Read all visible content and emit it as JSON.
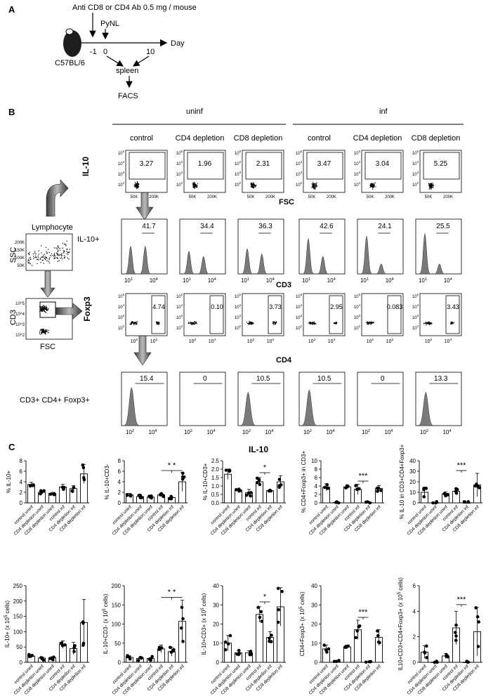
{
  "panel_labels": [
    "A",
    "B",
    "C"
  ],
  "panelA": {
    "antibody_text": "Anti CD8 or CD4 Ab 0.5 mg / mouse",
    "infection_label": "PyNL",
    "day_ticks": [
      "-1",
      "0",
      "10"
    ],
    "axis_label": "Day",
    "mouse_label": "C57BL/6",
    "spleen_label": "spleen",
    "facs_label": "FACS"
  },
  "panelB": {
    "group_headers": [
      "uninf",
      "inf"
    ],
    "conditions": [
      "control",
      "CD4 depletion",
      "CD8 depletion",
      "control",
      "CD4 depletion",
      "CD8 depletion"
    ],
    "lymphocyte_label": "Lymphocyte",
    "ssc_label": "SSC",
    "cd3_side_label": "CD3",
    "fsc_side_label": "FSC",
    "il10_pos_label": "IL-10+",
    "treg_row_label": "CD3+ CD4+ Foxp3+",
    "row1": {
      "ylabel": "IL-10",
      "xlabel": "FSC",
      "values": [
        "3.27",
        "1.96",
        "2.31",
        "3.47",
        "3.04",
        "5.25"
      ],
      "yticks": [
        "10^5",
        "10^4",
        "10^3",
        "10^2"
      ],
      "xticks": [
        "50K",
        "200K"
      ]
    },
    "row2": {
      "xlabel": "CD3",
      "values": [
        "41.7",
        "34.4",
        "36.3",
        "42.6",
        "24.1",
        "25.5"
      ],
      "xticks": [
        "10^1",
        "10^4"
      ]
    },
    "row3": {
      "ylabel": "Foxp3",
      "xlabel": "CD4",
      "values": [
        "4.74",
        "0.10",
        "3.73",
        "2.95",
        "0.083",
        "3.43"
      ],
      "yticks": [
        "10^5",
        "10^4",
        "10^3",
        "10^2"
      ],
      "xticks": [
        "10^2",
        "10^4"
      ]
    },
    "row4": {
      "values": [
        "15.4",
        "0",
        "10.5",
        "10.5",
        "0",
        "13.3"
      ],
      "xticks": [
        "10^2",
        "10^4"
      ]
    },
    "ssc_ticks": [
      "200K",
      "150K",
      "100K",
      "50K"
    ],
    "cd3_ticks": [
      "10^5",
      "10^4",
      "10^3",
      "10^2"
    ]
  },
  "panelC": {
    "title": "IL-10",
    "sig_labels": [
      "* *",
      "*",
      "***",
      "***",
      "* *",
      "*",
      "***",
      "***"
    ],
    "chart_data": [
      {
        "type": "bar",
        "ylabel": "% IL-10+",
        "ylim": [
          0,
          8
        ],
        "yticks": [
          "0",
          "2",
          "4",
          "6",
          "8"
        ],
        "categories": [
          "control uninf",
          "CD4 depletion uninf",
          "CD8 depletion uninf",
          "control inf",
          "CD4 depletion inf",
          "CD8 depletion inf"
        ],
        "values": [
          3.5,
          2.0,
          1.8,
          3.0,
          2.7,
          5.5
        ],
        "errors": [
          0.4,
          0.3,
          0.2,
          0.5,
          0.6,
          1.8
        ]
      },
      {
        "type": "bar",
        "ylabel": "% IL-10+CD3-",
        "ylim": [
          0,
          8
        ],
        "yticks": [
          "0",
          "2",
          "4",
          "6",
          "8"
        ],
        "categories": [
          "control uninf",
          "CD4 depletion uninf",
          "CD8 depletion uninf",
          "control inf",
          "CD4 depletion inf",
          "CD8 depletion inf"
        ],
        "values": [
          1.5,
          1.2,
          1.1,
          1.5,
          1.0,
          4.0
        ],
        "errors": [
          0.3,
          0.1,
          0.1,
          0.3,
          0.1,
          1.8
        ],
        "significance": "* *"
      },
      {
        "type": "bar",
        "ylabel": "% IL-10+CD3+",
        "ylim": [
          0,
          2.5
        ],
        "yticks": [
          "0.0",
          "0.5",
          "1.0",
          "1.5",
          "2.0",
          "2.5"
        ],
        "categories": [
          "control uninf",
          "CD4 depletion uninf",
          "CD8 depletion uninf",
          "control inf",
          "CD4 depletion inf",
          "CD8 depletion inf"
        ],
        "values": [
          1.7,
          0.75,
          0.6,
          1.25,
          0.72,
          1.25
        ],
        "errors": [
          0.3,
          0.05,
          0.2,
          0.25,
          0.05,
          0.35
        ],
        "significance": "*"
      },
      {
        "type": "bar",
        "ylabel": "% CD4+Foxp3+ in CD3+",
        "ylim": [
          0,
          10
        ],
        "yticks": [
          "0",
          "2",
          "4",
          "6",
          "8",
          "10"
        ],
        "categories": [
          "control uninf",
          "CD4 depletion uninf",
          "CD8 depletion uninf",
          "control inf",
          "CD4 depletion inf",
          "CD8 depletion inf"
        ],
        "values": [
          3.7,
          0.1,
          3.8,
          3.2,
          0.1,
          3.4
        ],
        "errors": [
          0.8,
          0.05,
          0.2,
          1.2,
          0.05,
          0.7
        ],
        "significance": "***"
      },
      {
        "type": "bar",
        "ylabel": "% IL-10 in CD3+CD4+Foxp3+",
        "ylim": [
          0,
          40
        ],
        "yticks": [
          "0",
          "10",
          "20",
          "30",
          "40"
        ],
        "categories": [
          "control uninf",
          "CD4 depletion uninf",
          "CD8 depletion uninf",
          "control inf",
          "CD4 depletion inf",
          "CD8 depletion inf"
        ],
        "values": [
          10,
          0,
          8.5,
          11,
          0,
          17
        ],
        "errors": [
          5,
          0,
          2,
          3,
          0,
          11
        ],
        "significance": "***"
      },
      {
        "type": "bar",
        "ylabel": "IL-10+ (x 10^5 cells)",
        "ylim": [
          0,
          250
        ],
        "yticks": [
          "0",
          "50",
          "100",
          "150",
          "200",
          "250"
        ],
        "categories": [
          "control uninf",
          "CD4 depletion uninf",
          "CD8 depletion uninf",
          "control inf",
          "CD4 depletion inf",
          "CD8 depletion inf"
        ],
        "values": [
          20,
          14,
          15,
          58,
          45,
          130
        ],
        "errors": [
          6,
          3,
          3,
          12,
          20,
          75
        ]
      },
      {
        "type": "bar",
        "ylabel": "IL-10+CD3- (x 10^5 cells)",
        "ylim": [
          0,
          200
        ],
        "yticks": [
          "0",
          "50",
          "100",
          "150",
          "200"
        ],
        "categories": [
          "control uninf",
          "CD4 depletion uninf",
          "CD8 depletion uninf",
          "control inf",
          "CD4 depletion inf",
          "CD8 depletion inf"
        ],
        "values": [
          13,
          10,
          10,
          35,
          28,
          107
        ],
        "errors": [
          4,
          2,
          2,
          10,
          12,
          55
        ],
        "significance": "* *"
      },
      {
        "type": "bar",
        "ylabel": "IL-10+CD3+ (x 10^5 cells)",
        "ylim": [
          0,
          40
        ],
        "yticks": [
          "0",
          "10",
          "20",
          "30",
          "40"
        ],
        "categories": [
          "control uninf",
          "CD4 depletion uninf",
          "CD8 depletion uninf",
          "control inf",
          "CD4 depletion inf",
          "CD8 depletion inf"
        ],
        "values": [
          10,
          5,
          5,
          25,
          13,
          29
        ],
        "errors": [
          4,
          1,
          1,
          4,
          3,
          10
        ],
        "significance": "*"
      },
      {
        "type": "bar",
        "ylabel": "CD4+Foxp3+ (x 10^5 cells)",
        "ylim": [
          0,
          40
        ],
        "yticks": [
          "0",
          "10",
          "20",
          "30",
          "40"
        ],
        "categories": [
          "control uninf",
          "CD4 depletion uninf",
          "CD8 depletion uninf",
          "control inf",
          "CD4 depletion inf",
          "CD8 depletion inf"
        ],
        "values": [
          7,
          0.2,
          8,
          17,
          0.2,
          13
        ],
        "errors": [
          2,
          0.1,
          1,
          5,
          0.1,
          4
        ],
        "significance": "***"
      },
      {
        "type": "bar",
        "ylabel": "IL10+CD3+CD4+Foxp3+ (x 10^5 cells)",
        "ylim": [
          0,
          6
        ],
        "yticks": [
          "0",
          "2",
          "4",
          "6"
        ],
        "categories": [
          "control uninf",
          "CD4 depletion uninf",
          "CD8 depletion uninf",
          "control inf",
          "CD4 depletion inf",
          "CD8 depletion inf"
        ],
        "values": [
          0.8,
          0,
          0.5,
          2.7,
          0,
          2.4
        ],
        "errors": [
          0.5,
          0,
          0.2,
          1.3,
          0,
          1.9
        ],
        "significance": "***"
      }
    ]
  }
}
